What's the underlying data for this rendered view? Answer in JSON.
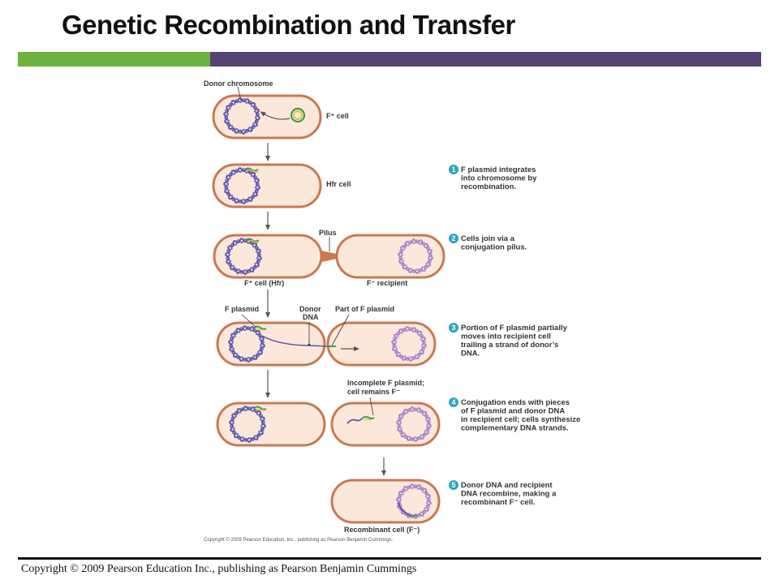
{
  "slide": {
    "title": "Genetic Recombination and Transfer",
    "footer": "Copyright © 2009 Pearson Education Inc., publishing as Pearson Benjamin Cummings"
  },
  "labels": {
    "donor_chromosome": "Donor chromosome",
    "f_plus_cell": "F⁺ cell",
    "hfr_cell": "Hfr cell",
    "pilus": "Pilus",
    "f_plus_hfr": "F⁺ cell (Hfr)",
    "f_minus_recipient": "F⁻ recipient",
    "f_plasmid": "F plasmid",
    "donor_dna_1": "Donor",
    "donor_dna_2": "DNA",
    "part_of_f_plasmid": "Part of F plasmid",
    "incomplete_1": "Incomplete F plasmid;",
    "incomplete_2": "cell remains F⁻",
    "recombinant_cell": "Recombinant cell (F⁻)",
    "figure_copyright": "Copyright © 2009 Pearson Education, Inc., publishing as Pearson Benjamin Cummings."
  },
  "steps": [
    {
      "number": "1",
      "lines": [
        "F plasmid integrates",
        "into chromosome by",
        "recombination."
      ]
    },
    {
      "number": "2",
      "lines": [
        "Cells join via a",
        "conjugation pilus."
      ]
    },
    {
      "number": "3",
      "lines": [
        "Portion of F plasmid partially",
        "moves into recipient cell",
        "trailing a strand of donor’s",
        "DNA."
      ]
    },
    {
      "number": "4",
      "lines": [
        "Conjugation ends with pieces",
        "of F plasmid and donor DNA",
        "in recipient cell; cells synthesize",
        "complementary DNA strands."
      ]
    },
    {
      "number": "5",
      "lines": [
        "Donor DNA and recipient",
        "DNA recombine, making a",
        "recombinant F⁻ cell."
      ]
    }
  ],
  "colors": {
    "bar_green": "#6bb33e",
    "bar_purple": "#574371",
    "cell_fill": "#fbe8da",
    "cell_outline": "#c87a51",
    "donor_chromosome": "#5b55b0",
    "recipient_chromosome": "#a883cc",
    "f_plasmid_green": "#3a9e5a",
    "f_plasmid_yellow": "#e3c531",
    "step_badge": "#2aa6c4"
  }
}
